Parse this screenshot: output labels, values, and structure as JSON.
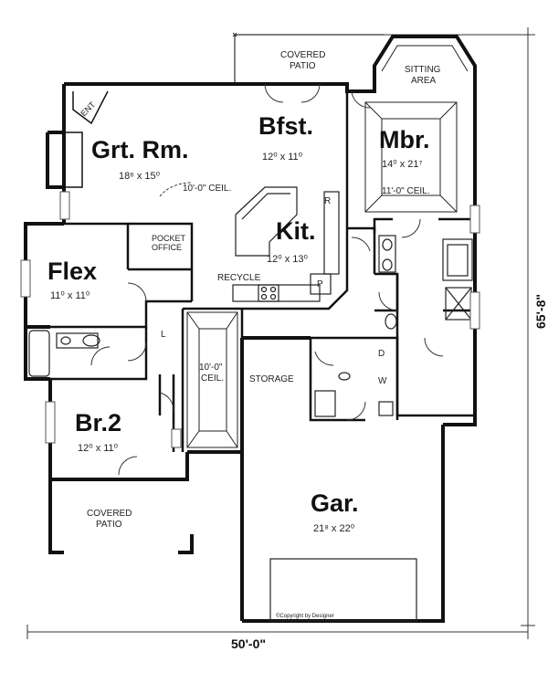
{
  "plan": {
    "rooms": {
      "great_room": {
        "name": "Grt. Rm.",
        "size": "18⁶ x 15⁰",
        "ceiling": "10'-0\" CEIL."
      },
      "breakfast": {
        "name": "Bfst.",
        "size": "12⁰ x 11⁰"
      },
      "master": {
        "name": "Mbr.",
        "size": "14⁰ x 21⁷",
        "ceiling": "11'-0\" CEIL."
      },
      "kitchen": {
        "name": "Kit.",
        "size": "12⁰ x 13⁰"
      },
      "flex": {
        "name": "Flex",
        "size": "11⁰ x 11⁰"
      },
      "bedroom2": {
        "name": "Br.2",
        "size": "12⁰ x 11⁰"
      },
      "garage": {
        "name": "Gar.",
        "size": "21⁸ x 22⁰"
      }
    },
    "labels": {
      "covered_patio_top": [
        "COVERED",
        "PATIO"
      ],
      "sitting_area": [
        "SITTING",
        "AREA"
      ],
      "covered_patio_bottom": [
        "COVERED",
        "PATIO"
      ],
      "pocket_office": [
        "POCKET",
        "OFFICE"
      ],
      "recycle": "RECYCLE",
      "storage": "STORAGE",
      "hall_ceiling": [
        "10'-0\"",
        "CEIL."
      ],
      "ent": "ENT",
      "r": "R",
      "p": "P",
      "l": "L",
      "d": "D",
      "w": "W",
      "copyright": "©Copyright by Designer"
    },
    "dimensions": {
      "width": "50'-0\"",
      "depth": "65'-8\""
    }
  }
}
